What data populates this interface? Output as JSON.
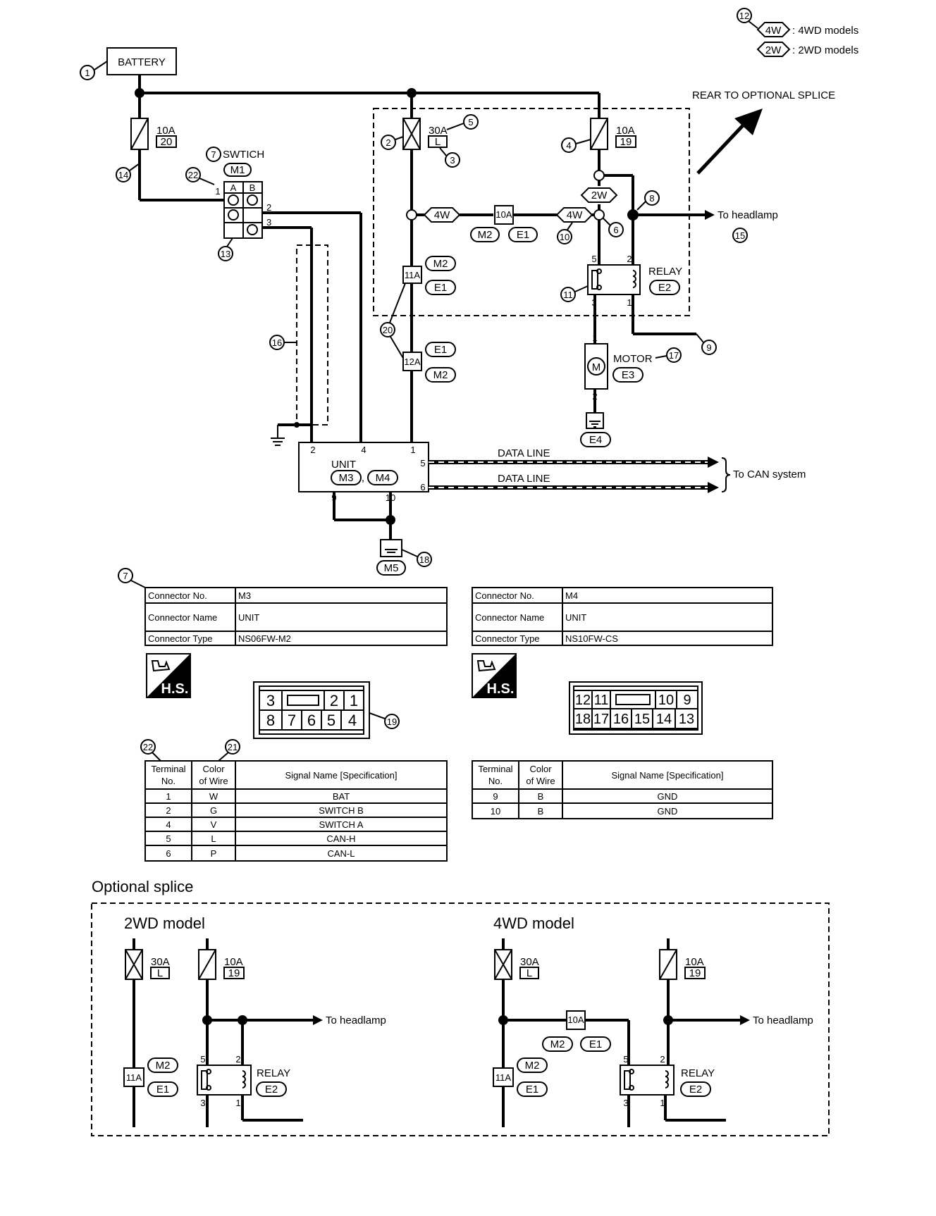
{
  "legend": {
    "ref": "12",
    "items": [
      {
        "code": "4W",
        "text": ": 4WD models"
      },
      {
        "code": "2W",
        "text": ": 2WD models"
      }
    ]
  },
  "labels": {
    "battery": "BATTERY",
    "switch": "SWTICH",
    "relay": "RELAY",
    "motor": "MOTOR",
    "unit": "UNIT",
    "rear_to_splice": "REAR TO OPTIONAL SPLICE",
    "to_headlamp": "To headlamp",
    "data_line": "DATA LINE",
    "to_can": "To CAN system",
    "optional_splice": "Optional splice",
    "model_2wd": "2WD model",
    "model_4wd": "4WD model"
  },
  "fuses": {
    "f20": {
      "amp": "10A",
      "num": "20"
    },
    "fL": {
      "amp": "30A",
      "num": "L"
    },
    "f19": {
      "amp": "10A",
      "num": "19"
    },
    "inline": "10A"
  },
  "connectors": {
    "M1": "M1",
    "M2": "M2",
    "M3": "M3",
    "M4": "M4",
    "M5": "M5",
    "E1": "E1",
    "E2": "E2",
    "E3": "E3",
    "E4": "E4",
    "j11A": "11A",
    "j12A": "12A",
    "sw_A": "A",
    "sw_B": "B"
  },
  "pins": {
    "sw1": "1",
    "sw2": "2",
    "sw3": "3",
    "r5": "5",
    "r2": "2",
    "r3": "3",
    "r1": "1",
    "m1": "1",
    "m2": "2",
    "u2": "2",
    "u4": "4",
    "u1": "1",
    "u5": "5",
    "u6": "6",
    "u9": "9",
    "u10": "10"
  },
  "callouts": {
    "c1": "1",
    "c2": "2",
    "c3": "3",
    "c4": "4",
    "c5": "5",
    "c6": "6",
    "c7": "7",
    "c8": "8",
    "c9": "9",
    "c10": "10",
    "c11": "11",
    "c13": "13",
    "c14": "14",
    "c15": "15",
    "c16": "16",
    "c17": "17",
    "c18": "18",
    "c19": "19",
    "c20": "20",
    "c21": "21",
    "c22": "22",
    "c7b": "7"
  },
  "connector_tables": [
    {
      "no_label": "Connector No.",
      "no": "M3",
      "name_label": "Connector Name",
      "name": "UNIT",
      "type_label": "Connector Type",
      "type": "NS06FW-M2"
    },
    {
      "no_label": "Connector No.",
      "no": "M4",
      "name_label": "Connector Name",
      "name": "UNIT",
      "type_label": "Connector Type",
      "type": "NS10FW-CS"
    }
  ],
  "hs": "H.S.",
  "face_m3": {
    "top": [
      "3",
      "2",
      "1"
    ],
    "bottom": [
      "8",
      "7",
      "6",
      "5",
      "4"
    ]
  },
  "face_m4": {
    "top": [
      "12",
      "11",
      "10",
      "9"
    ],
    "bottom": [
      "18",
      "17",
      "16",
      "15",
      "14",
      "13"
    ]
  },
  "terminal_headers": {
    "terminal": "Terminal",
    "no": "No.",
    "color": "Color",
    "of_wire": "of Wire",
    "signal": "Signal Name [Specification]"
  },
  "terminals_m3": [
    {
      "no": "1",
      "color": "W",
      "signal": "BAT"
    },
    {
      "no": "2",
      "color": "G",
      "signal": "SWITCH B"
    },
    {
      "no": "4",
      "color": "V",
      "signal": "SWITCH A"
    },
    {
      "no": "5",
      "color": "L",
      "signal": "CAN-H"
    },
    {
      "no": "6",
      "color": "P",
      "signal": "CAN-L"
    }
  ],
  "terminals_m4": [
    {
      "no": "9",
      "color": "B",
      "signal": "GND"
    },
    {
      "no": "10",
      "color": "B",
      "signal": "GND"
    }
  ]
}
